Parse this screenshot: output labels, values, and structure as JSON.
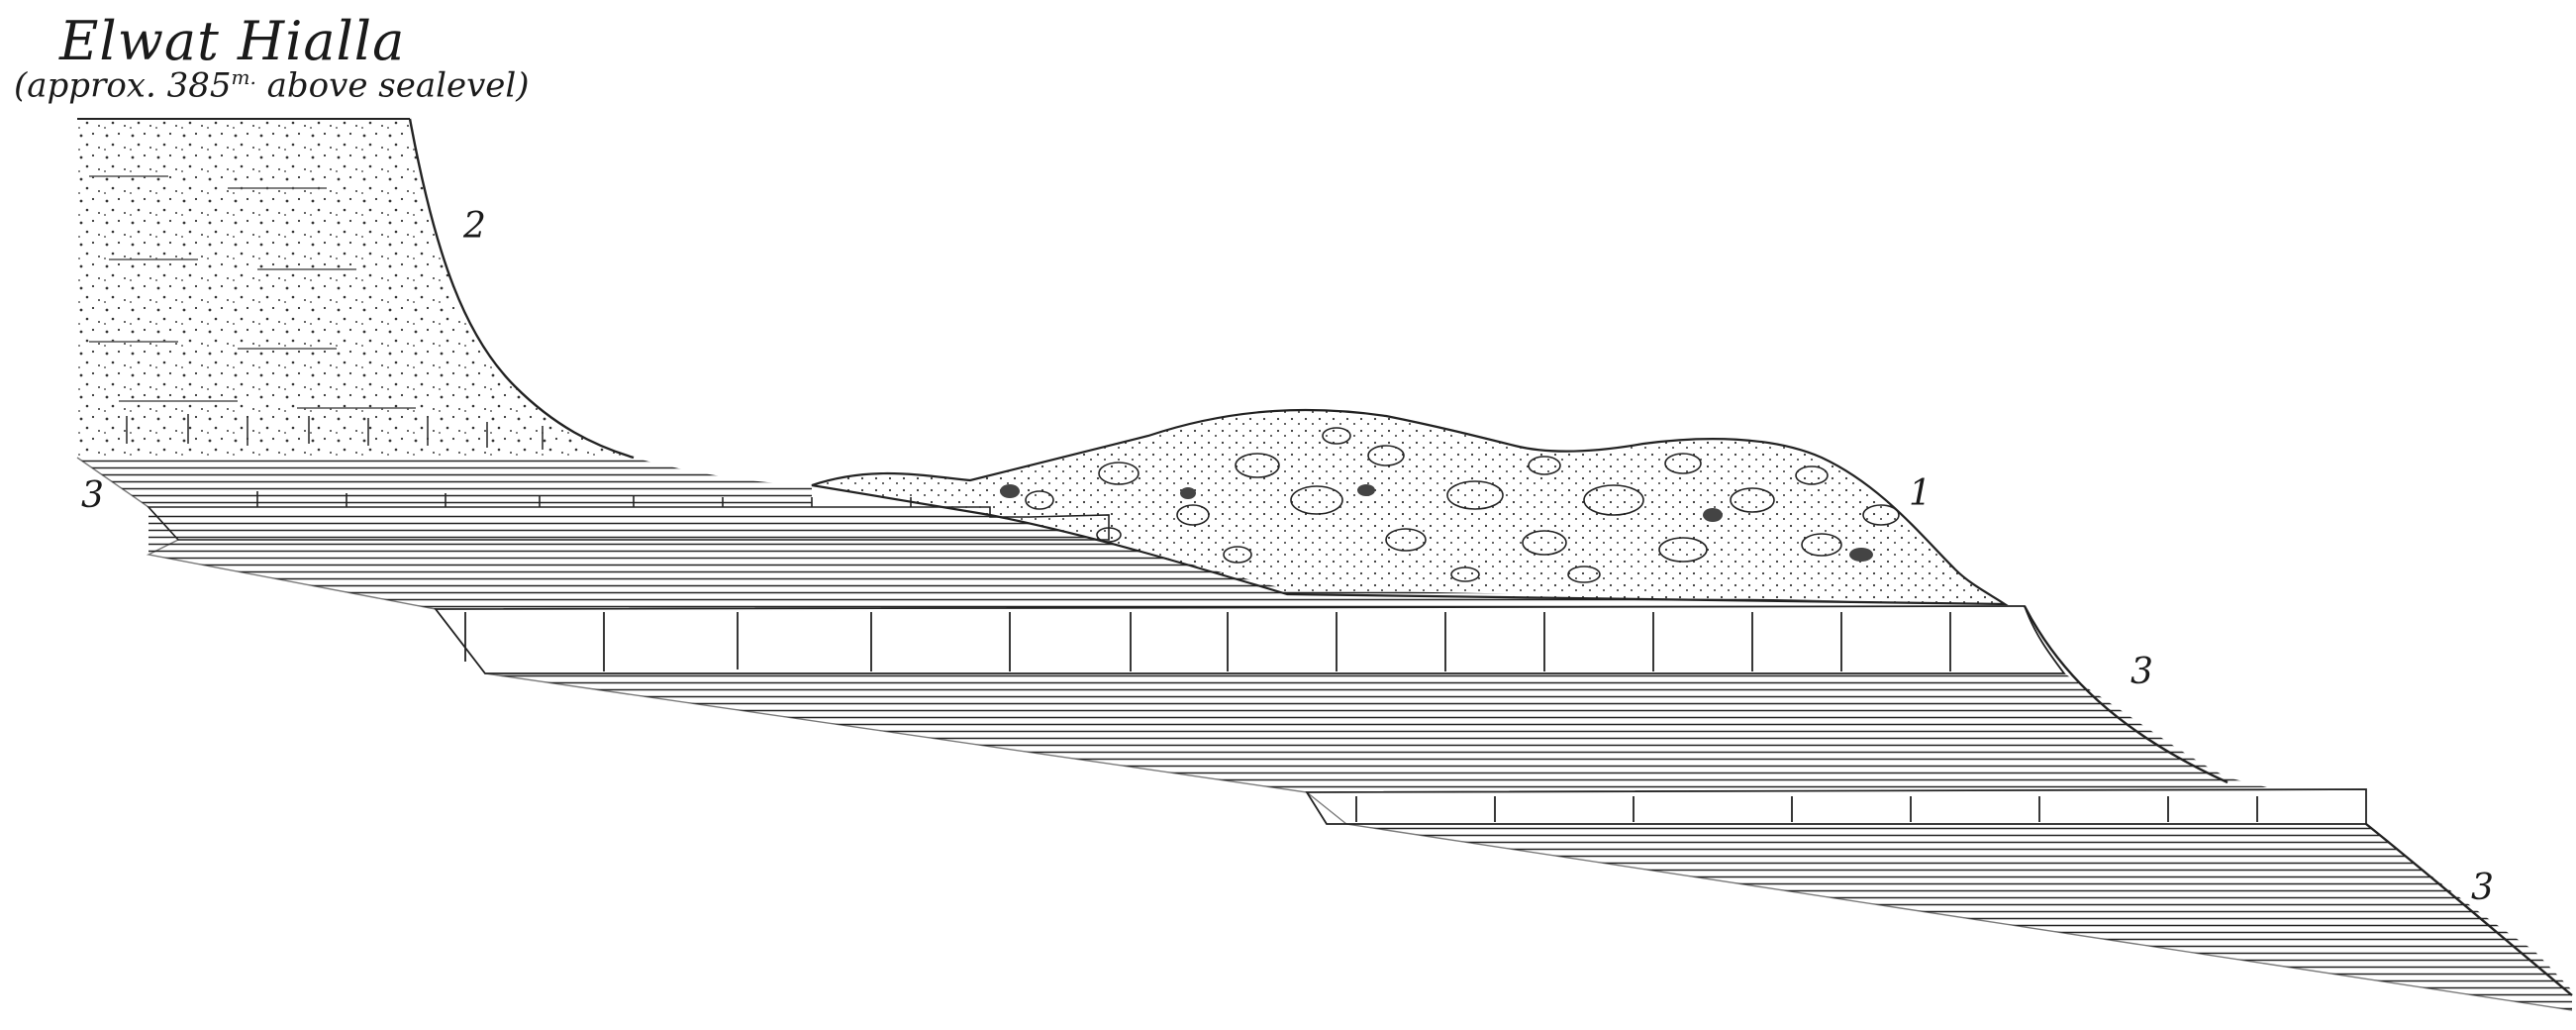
{
  "title": "Elwat Hialla",
  "subtitle": {
    "open": "(approx. 385",
    "unit_sup": "m.",
    "close": " above sealevel)"
  },
  "layer_labels": {
    "conglomerate": "1",
    "upper_sandstone": "2",
    "shale_top_left": "3",
    "shale_middle_right": "3",
    "shale_bottom_right": "3"
  },
  "colors": {
    "ink": "#1a1a1a",
    "paper": "#ffffff"
  }
}
